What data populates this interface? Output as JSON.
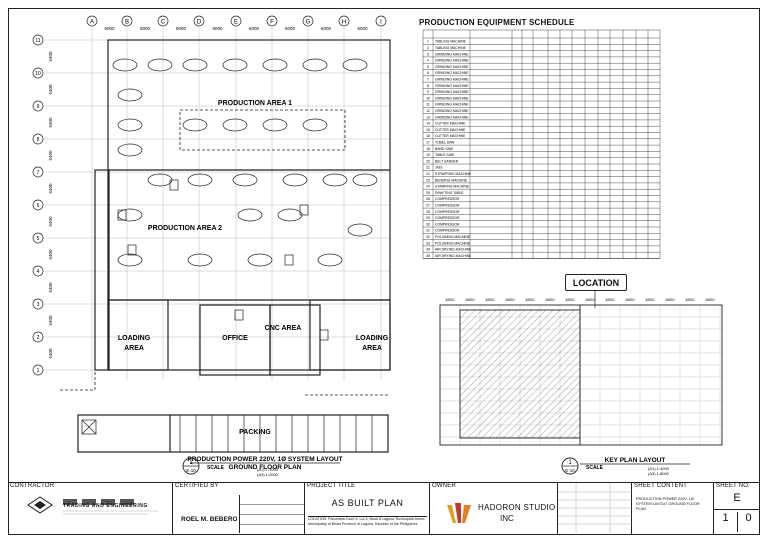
{
  "schedule": {
    "title": "PRODUCTION EQUIPMENT SCHEDULE",
    "rows": [
      "TABLING MACHINE",
      "TABLING MACHINE",
      "GRINDING MACHINE",
      "GRINDING MACHINE",
      "GRINDING MACHINE",
      "GRINDING MACHINE",
      "GRINDING MACHINE",
      "GRINDING MACHINE",
      "GRINDING MACHINE",
      "GRINDING MACHINE",
      "GRINDING MACHINE",
      "GRINDING MACHINE",
      "GRINDING MACHINE",
      "CUTTER MACHINE",
      "CUTTER MACHINE",
      "CUTTER MACHINE",
      "TUBEL SAW",
      "BAND SAW",
      "TABLE SAW",
      "BELT SANDER",
      "JIGS",
      "STRAPPING MACHINE",
      "BENDING MACHINE",
      "STAMPING MACHINE",
      "DRAFTING TABLE",
      "COMPRESSOR",
      "COMPRESSOR",
      "COMPRESSOR",
      "COMPRESSOR",
      "COMPRESSOR",
      "COMPRESSOR",
      "POLISHING MACHINE",
      "POLISHING MACHINE",
      "AIR DRYING MACHINE",
      "AIR DRYING MACHINE"
    ]
  },
  "plan": {
    "grid_letters": [
      "A",
      "B",
      "C",
      "D",
      "E",
      "F",
      "G",
      "H",
      "I"
    ],
    "grid_numbers": [
      "11",
      "10",
      "9",
      "8",
      "7",
      "6",
      "5",
      "4",
      "3",
      "2",
      "1"
    ],
    "dim": "6000",
    "dim_side": "5400",
    "area1": "PRODUCTION AREA 1",
    "area2": "PRODUCTION AREA 2",
    "loading_left_1": "LOADING",
    "loading_left_2": "AREA",
    "office": "OFFICE",
    "cnc": "CNC AREA",
    "loading_right_1": "LOADING",
    "loading_right_2": "AREA",
    "packing": "PACKING",
    "caption_1": "PRODUCTION POWER 220V, 1Ø SYSTEM LAYOUT",
    "caption_2": "GROUND FLOOR PLAN",
    "tag_num": "1",
    "tag_sheet": "E-10",
    "scale_label": "SCALE",
    "scale_1": "(A1) 1:1000",
    "scale_2": "(A3) 1:2000"
  },
  "key_plan": {
    "location_label": "LOCATION",
    "caption": "KEY PLAN LAYOUT",
    "tag_num": "1",
    "tag_sheet": "E-10",
    "scale_label": "SCALE",
    "scale_1": "(A1) 1:4000",
    "scale_2": "(A3) 1:8000"
  },
  "title_block": {
    "contractor_label": "CONTRACTOR",
    "contractor_name": "TRADING AND ENGINEERING",
    "certified_label": "CERTIFIED BY",
    "certified_name": "ROEL M. BEBERO",
    "project_label": "PROJECT TITLE",
    "project_name": "AS BUILT PLAN",
    "location_text": "LOCATION: Panorama Court II, Lot 3, Block 8 Laguna Technopark Annex Municipality of Binan   Province of Laguna, Republic of the Philippines",
    "owner_label": "OWNER",
    "owner_name_1": "HADORON STUDIO",
    "owner_name_2": "INC",
    "content_label": "SHEET CONTENT",
    "content_text": "PRODUCTION POWER 220V, 1Ø SYSTEM LAYOUT GROUND FLOOR PLAN",
    "sheet_label": "SHEET NO.",
    "sheet_letter": "E",
    "sheet_num_1": "1",
    "sheet_num_2": "0"
  },
  "colors": {
    "ink": "#111111",
    "line": "#222222",
    "hatch": "#444444"
  }
}
